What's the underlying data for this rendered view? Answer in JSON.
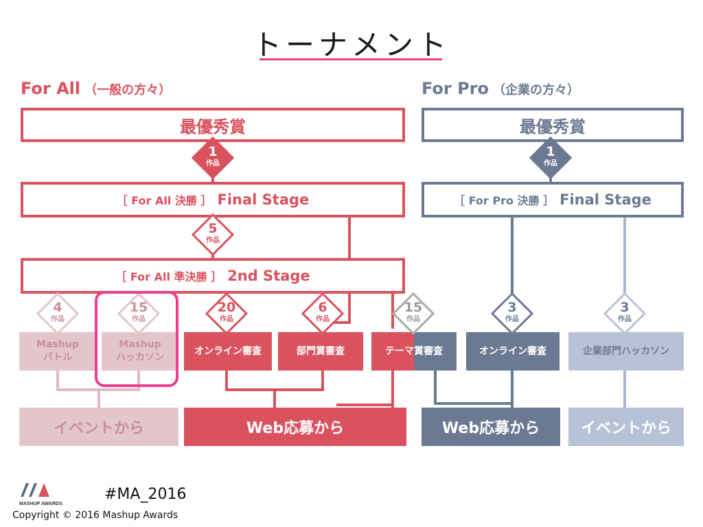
{
  "title": "トーナメント",
  "left": {
    "heading": "For All",
    "heading_sub": "（一般の方々）",
    "award": "最優秀賞",
    "final_bracket": "［ For All 決勝 ］",
    "final_label": "Final Stage",
    "second_bracket": "［ For All 準決勝 ］",
    "second_label": "2nd Stage",
    "d1": {
      "n": "1",
      "u": "作品"
    },
    "d5": {
      "n": "5",
      "u": "作品"
    },
    "d4": {
      "n": "4",
      "u": "作品"
    },
    "d15": {
      "n": "15",
      "u": "作品"
    },
    "d20": {
      "n": "20",
      "u": "作品"
    },
    "d6": {
      "n": "6",
      "u": "作品"
    },
    "dtheme": {
      "n": "15",
      "u": "作品"
    },
    "c1": "Mashup\nバトル",
    "c2": "Mashup\nハッカソン",
    "c3": "オンライン審査",
    "c4": "部門賞審査",
    "c5": "テーマ賞審査",
    "b1": "イベントから",
    "b2": "Web応募から"
  },
  "right": {
    "heading": "For Pro",
    "heading_sub": "（企業の方々）",
    "award": "最優秀賞",
    "final_bracket": "［ For Pro 決勝 ］",
    "final_label": "Final Stage",
    "d1": {
      "n": "1",
      "u": "作品"
    },
    "d3a": {
      "n": "3",
      "u": "作品"
    },
    "d3b": {
      "n": "3",
      "u": "作品"
    },
    "c1": "オンライン審査",
    "c2": "企業部門ハッカソン",
    "b1": "Web応募から",
    "b2": "イベントから"
  },
  "footer": {
    "hashtag": "#MA_2016",
    "copyright": "Copyright © 2016 Mashup Awards",
    "logo_text": "MASHUP AWARDS"
  },
  "colors": {
    "red": "#d9525e",
    "pink_light": "#e3c6cc",
    "slate": "#6b7a92",
    "slate_light": "#b8c2d6",
    "highlight": "#ee3d8f",
    "underline": "#e0417a"
  }
}
